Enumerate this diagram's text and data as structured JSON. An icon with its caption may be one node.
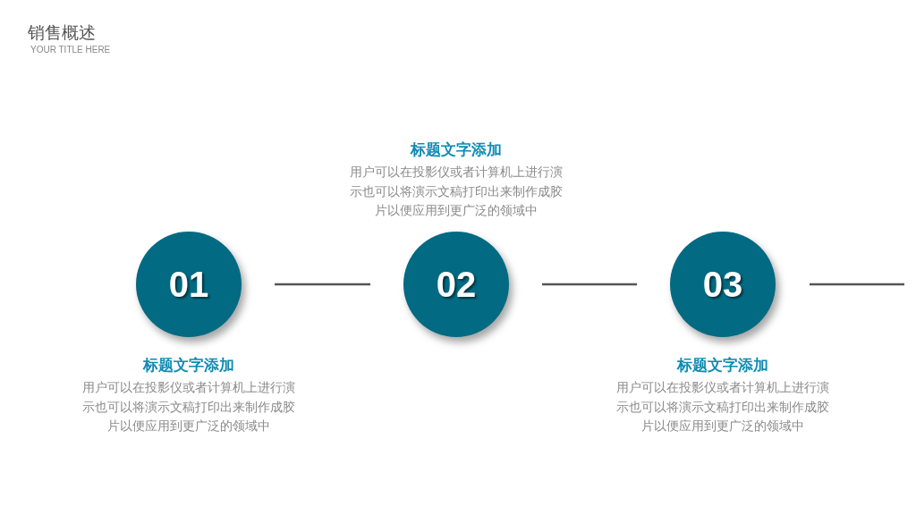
{
  "diagram": {
    "title": "销售概述",
    "caption": "YOUR TITLE HERE",
    "nodes": [
      {
        "text": [
          "01"
        ],
        "beside": [
          "标题文字添加",
          "用户可以在投影仪或者计算机上进行演示也可以将演示文稿打印出来制作成胶片以便应用到更广泛的领域中"
        ]
      },
      {
        "text": [
          "02"
        ],
        "beside": [
          "标题文字添加",
          "用户可以在投影仪或者计算机上进行演示也可以将演示文稿打印出来制作成胶片以便应用到更广泛的领域中"
        ]
      },
      {
        "text": [
          "03"
        ],
        "beside": [
          "标题文字添加",
          "用户可以在投影仪或者计算机上进行演示也可以将演示文稿打印出来制作成胶片以便应用到更广泛的领域中"
        ]
      }
    ],
    "edges": [
      {
        "from": 0,
        "to": 1,
        "arrow": "none"
      },
      {
        "from": 1,
        "to": 2,
        "arrow": "none"
      }
    ]
  }
}
